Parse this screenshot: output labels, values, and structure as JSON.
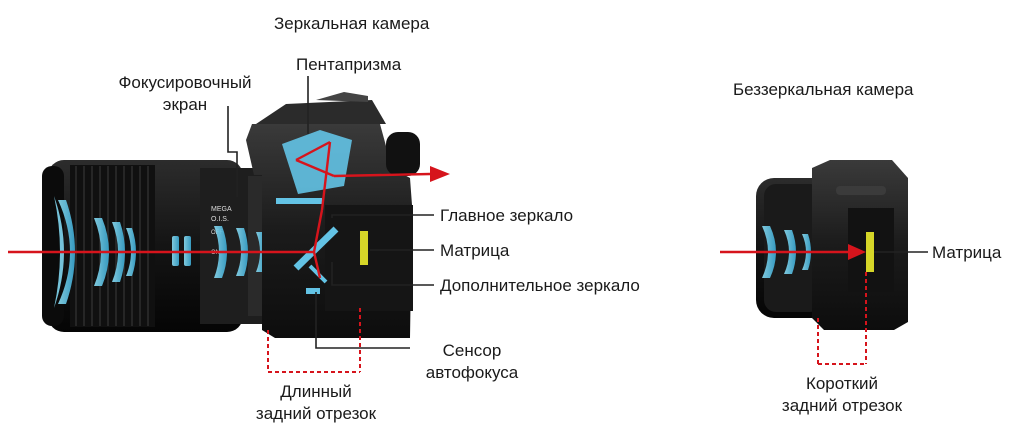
{
  "dslr": {
    "title": "Зеркальная камера",
    "labels": {
      "pentaprism": "Пентапризма",
      "focus_screen": [
        "Фокусировочный",
        "экран"
      ],
      "main_mirror": "Главное зеркало",
      "sensor": "Матрица",
      "sub_mirror": "Дополнительное зеркало",
      "af_sensor": [
        "Сенсор",
        "автофокуса"
      ],
      "flange": [
        "Длинный",
        "задний отрезок"
      ]
    },
    "lens_markings": [
      "MEGA",
      "O.I.S.",
      "OFF",
      "ON"
    ]
  },
  "mirrorless": {
    "title": "Беззеркальная камера",
    "labels": {
      "sensor": "Матрица",
      "flange": [
        "Короткий",
        "задний отрезок"
      ]
    }
  },
  "colors": {
    "light_ray": "#d6141c",
    "camera_body": "#1c1c1c",
    "optics": "#5fc6e6",
    "leader_line": "#222222"
  }
}
